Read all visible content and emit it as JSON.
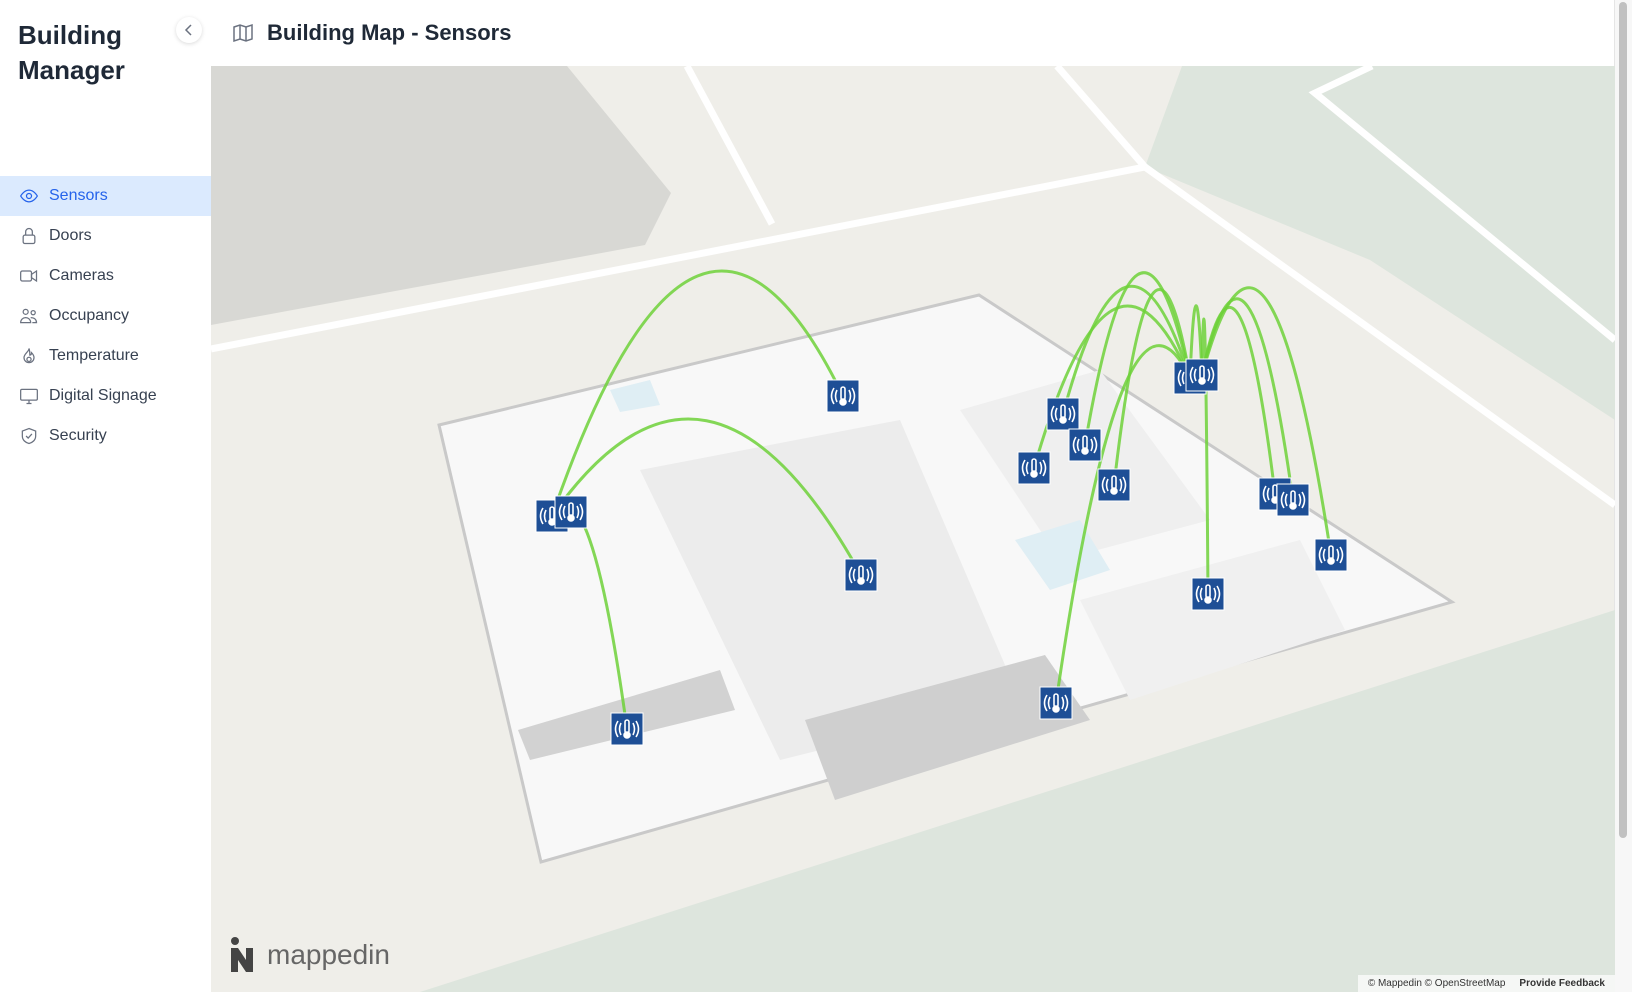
{
  "app": {
    "title": "Building Manager",
    "collapse_icon": "chevron-left-icon"
  },
  "sidebar": {
    "items": [
      {
        "label": "Sensors",
        "icon": "eye-icon",
        "active": true
      },
      {
        "label": "Doors",
        "icon": "lock-icon"
      },
      {
        "label": "Cameras",
        "icon": "video-icon"
      },
      {
        "label": "Occupancy",
        "icon": "users-icon"
      },
      {
        "label": "Temperature",
        "icon": "fire-icon"
      },
      {
        "label": "Digital Signage",
        "icon": "monitor-icon"
      },
      {
        "label": "Security",
        "icon": "shield-check-icon"
      }
    ]
  },
  "header": {
    "title": "Building Map - Sensors",
    "icon": "map-icon"
  },
  "map": {
    "logo_text": "mappedin",
    "attribution": "© Mappedin © OpenStreetMap",
    "feedback": "Provide Feedback",
    "marker_color": "#1e4f96",
    "arc_color": "#6fd13a"
  }
}
